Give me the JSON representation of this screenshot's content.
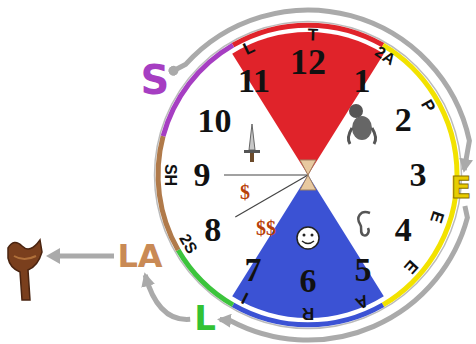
{
  "diagram": {
    "nodes": [
      {
        "text": [
          "S"
        ]
      },
      {
        "text": [
          "E"
        ]
      },
      {
        "text": [
          "L"
        ]
      },
      {
        "text": [
          "LA"
        ]
      }
    ],
    "edges": [
      {
        "from": 0,
        "to": 1,
        "arrow": "to"
      },
      {
        "from": 1,
        "to": 2,
        "arrow": "to"
      },
      {
        "from": 2,
        "to": 3,
        "arrow": "to"
      }
    ],
    "labels": [
      "12",
      "1",
      "2",
      "3",
      "4",
      "5",
      "6",
      "7",
      "8",
      "9",
      "10",
      "11",
      "L",
      "T",
      "2A",
      "P",
      "E",
      "E",
      "A",
      "R",
      "I",
      "2S",
      "SH",
      "$",
      "$$"
    ]
  }
}
